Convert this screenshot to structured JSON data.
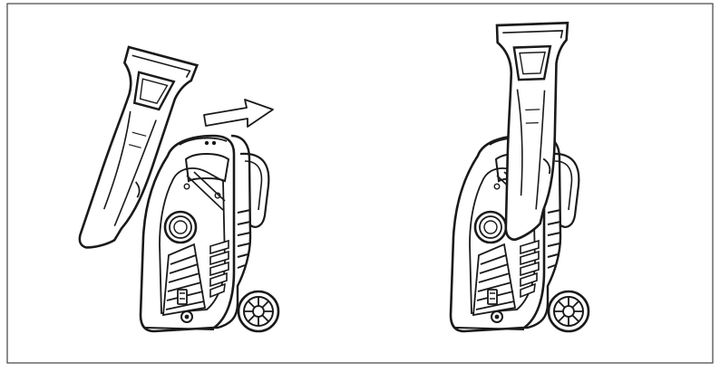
{
  "figure": {
    "panels": [
      {
        "state": "before",
        "parts": [
          "detached-handle",
          "washer-body",
          "wheel"
        ]
      },
      {
        "state": "after",
        "parts": [
          "attached-handle",
          "washer-body",
          "wheel"
        ]
      }
    ],
    "arrow_icon": "arrow-right-outline-icon",
    "line_color": "#1a1a1a",
    "frame_color": "#444444",
    "background": "#ffffff"
  }
}
